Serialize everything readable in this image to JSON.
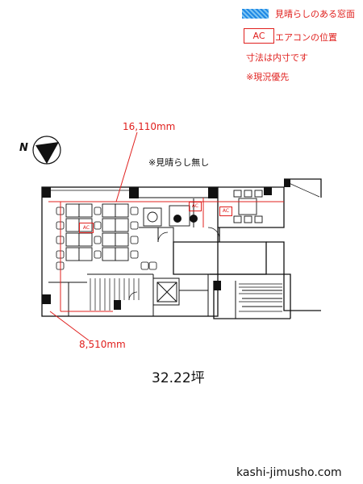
{
  "legend": {
    "view_window_label": "見晴らしのある窓面",
    "ac_box_text": "AC",
    "ac_label": "エアコンの位置",
    "dimensions_note": "寸法は内寸です",
    "priority_note": "※現況優先",
    "view_window_color": "#1e88e5",
    "accent_color": "#e0201e"
  },
  "plan": {
    "width_dim": "16,110mm",
    "depth_dim": "8,510mm",
    "no_view_note": "※見晴らし無し",
    "compass_label": "N",
    "ac_markers": [
      "AC",
      "AC",
      "AC"
    ],
    "area": "32.22坪"
  },
  "footer": {
    "site": "kashi-jimusho.com"
  }
}
